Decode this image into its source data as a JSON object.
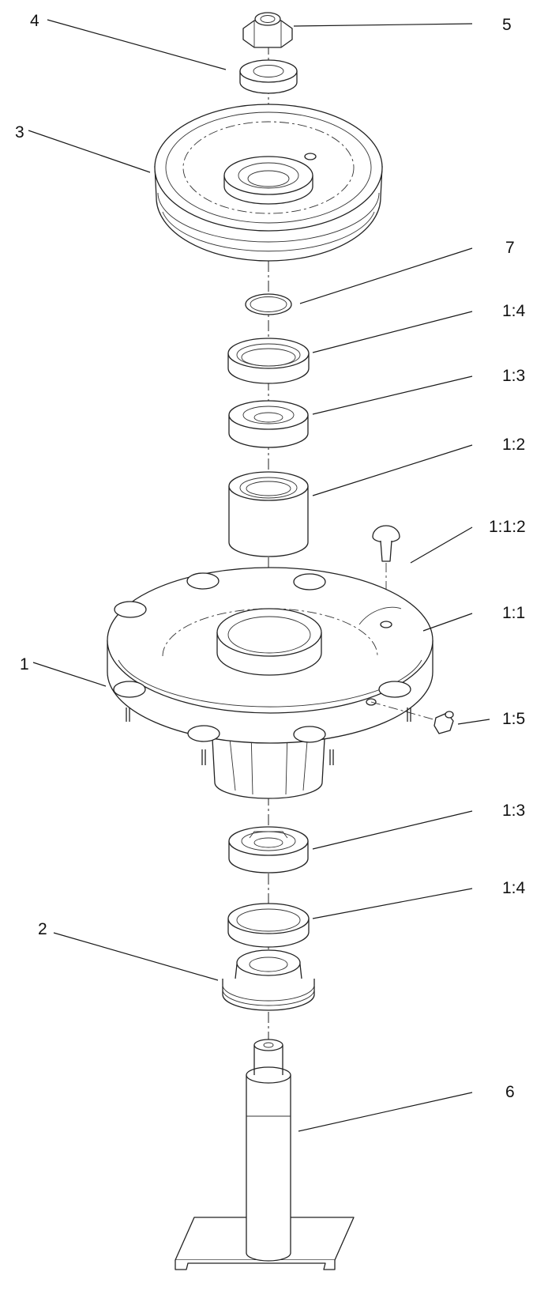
{
  "diagram": {
    "callouts": [
      {
        "id": "c4",
        "label": "4"
      },
      {
        "id": "c5",
        "label": "5"
      },
      {
        "id": "c3",
        "label": "3"
      },
      {
        "id": "c7",
        "label": "7"
      },
      {
        "id": "c14a",
        "label": "1:4"
      },
      {
        "id": "c13a",
        "label": "1:3"
      },
      {
        "id": "c12",
        "label": "1:2"
      },
      {
        "id": "c112",
        "label": "1:1:2"
      },
      {
        "id": "c11",
        "label": "1:1"
      },
      {
        "id": "c1",
        "label": "1"
      },
      {
        "id": "c15",
        "label": "1:5"
      },
      {
        "id": "c13b",
        "label": "1:3"
      },
      {
        "id": "c14b",
        "label": "1:4"
      },
      {
        "id": "c2",
        "label": "2"
      },
      {
        "id": "c6",
        "label": "6"
      }
    ]
  },
  "colors": {
    "line": "#222222",
    "background": "#ffffff"
  }
}
